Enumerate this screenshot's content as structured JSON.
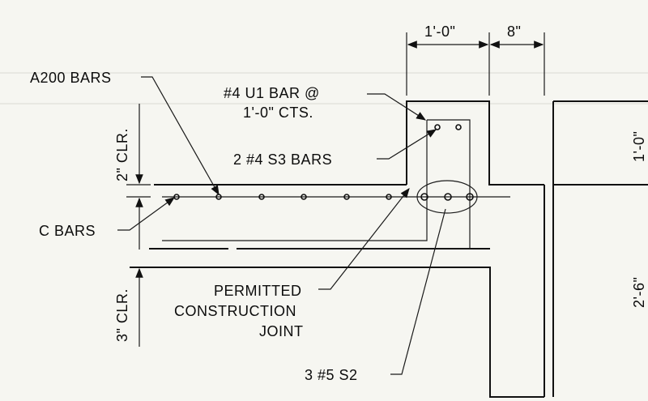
{
  "labels": {
    "a200_bars": "A200 BARS",
    "u1_bar_line1": "#4 U1 BAR @",
    "u1_bar_line2": "1'-0\" CTS.",
    "s3_bars": "2  #4  S3 BARS",
    "c_bars": "C BARS",
    "construction_joint_line1": "PERMITTED",
    "construction_joint_line2": "CONSTRUCTION",
    "construction_joint_line3": "JOINT",
    "s2_bars": "3  #5  S2"
  },
  "dimensions": {
    "top_clear": "2\" CLR.",
    "bottom_clear": "3\" CLR.",
    "curb_width": "1'-0\"",
    "gap_width": "8\"",
    "right_top": "1'-0\"",
    "right_height": "2'-6\""
  }
}
